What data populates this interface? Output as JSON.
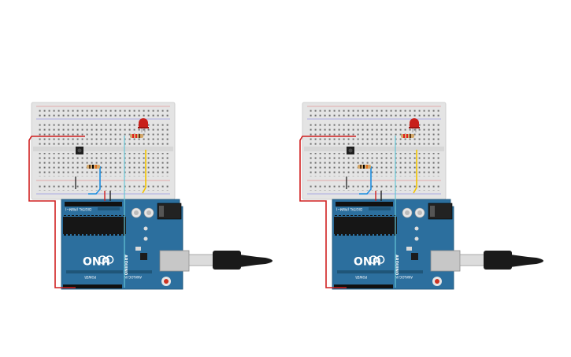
{
  "circuits": [
    {
      "id": "circuit-1",
      "board": {
        "model": "UNO",
        "brand": "ARDUINO",
        "label_power": "POWER",
        "label_digital": "DIGITAL (PWM~)",
        "label_analog": "ANALOG IN"
      }
    },
    {
      "id": "circuit-2",
      "board": {
        "model": "UNO",
        "brand": "ARDUINO",
        "label_power": "POWER",
        "label_digital": "DIGITAL (PWM~)",
        "label_analog": "ANALOG IN"
      }
    }
  ],
  "colors": {
    "background": "#ffffff",
    "breadboard": "#e4e4e4",
    "arduino": "#2c6f9e",
    "wire_red": "#d02020",
    "wire_yellow": "#f2c400",
    "wire_blue": "#1c8ee0",
    "wire_cyan": "#66c6d6",
    "wire_black": "#222222",
    "led": "#c8201a",
    "usb_cable": "#1a1a1a"
  }
}
